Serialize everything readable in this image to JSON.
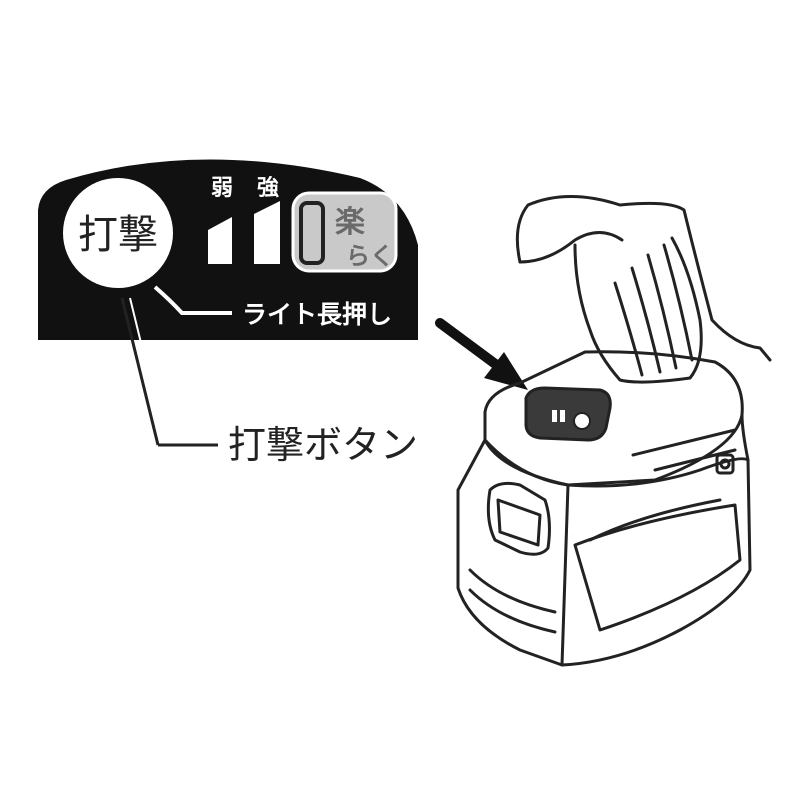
{
  "panel": {
    "button_label": "打撃",
    "weak_label": "弱",
    "strong_label": "強",
    "easy_mode": {
      "kanji": "楽",
      "kana": "らく"
    },
    "light_hold_label": "ライト長押し"
  },
  "callout": {
    "button_name": "打撃ボタン"
  },
  "colors": {
    "panel": "#111111",
    "ink": "#222222",
    "easy_mode_fill": "#c9c9c9",
    "easy_mode_text": "#6a6a6a"
  },
  "icons": [
    "arrow-pointer",
    "impact-tool-illustration",
    "strength-bars-icon",
    "easy-mode-icon"
  ]
}
